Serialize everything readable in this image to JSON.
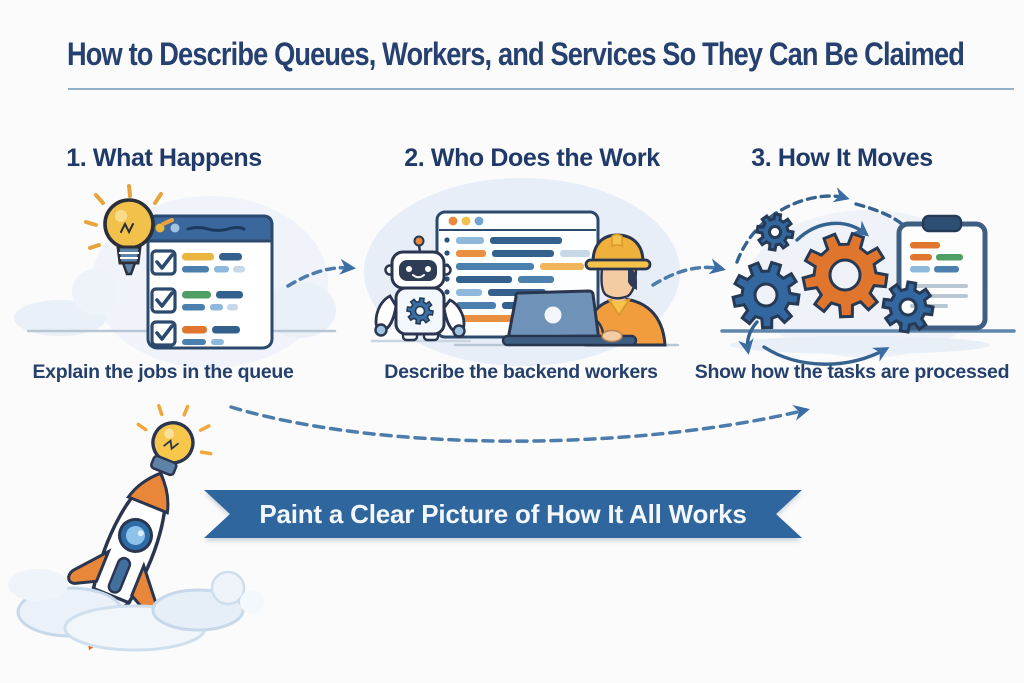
{
  "title": {
    "text": "How to Describe Queues, Workers, and Services So They Can Be Claimed"
  },
  "steps": [
    {
      "heading": "1. What Happens",
      "caption": "Explain the jobs in the queue",
      "illustration": "lightbulb-and-checklist-window"
    },
    {
      "heading": "2. Who Does the Work",
      "caption": "Describe the backend workers",
      "illustration": "robot-code-window-and-worker-at-laptop"
    },
    {
      "heading": "3. How It Moves",
      "caption": "Show how the tasks are processed",
      "illustration": "gears-cycle-and-clipboard"
    }
  ],
  "banner": {
    "text": "Paint a Clear Picture of How It All Works"
  },
  "footer_illustration": "rocket-with-lightbulb-launching-from-clouds",
  "icons": {
    "step1": [
      "lightbulb-icon",
      "browser-window-icon",
      "checkbox-icon"
    ],
    "step2": [
      "robot-icon",
      "code-window-icon",
      "hard-hat-icon",
      "laptop-icon"
    ],
    "step3": [
      "gear-icon",
      "clipboard-icon",
      "cycle-arrow-icon"
    ],
    "connectors": [
      "dashed-arrow-icon"
    ]
  },
  "colors": {
    "title_navy": "#26406f",
    "heading_navy": "#1f3a68",
    "banner_blue": "#2f669e",
    "banner_text": "#f3f7fb",
    "orange": "#e0762e",
    "yellow": "#f2c14b",
    "green": "#4f9e63",
    "gear_blue": "#33679f",
    "bar_navy": "#34608e",
    "bar_blue": "#4a7fae",
    "bar_light_blue": "#8fb9dc",
    "cloud": "#e7eef7",
    "outline": "#2a3550"
  }
}
